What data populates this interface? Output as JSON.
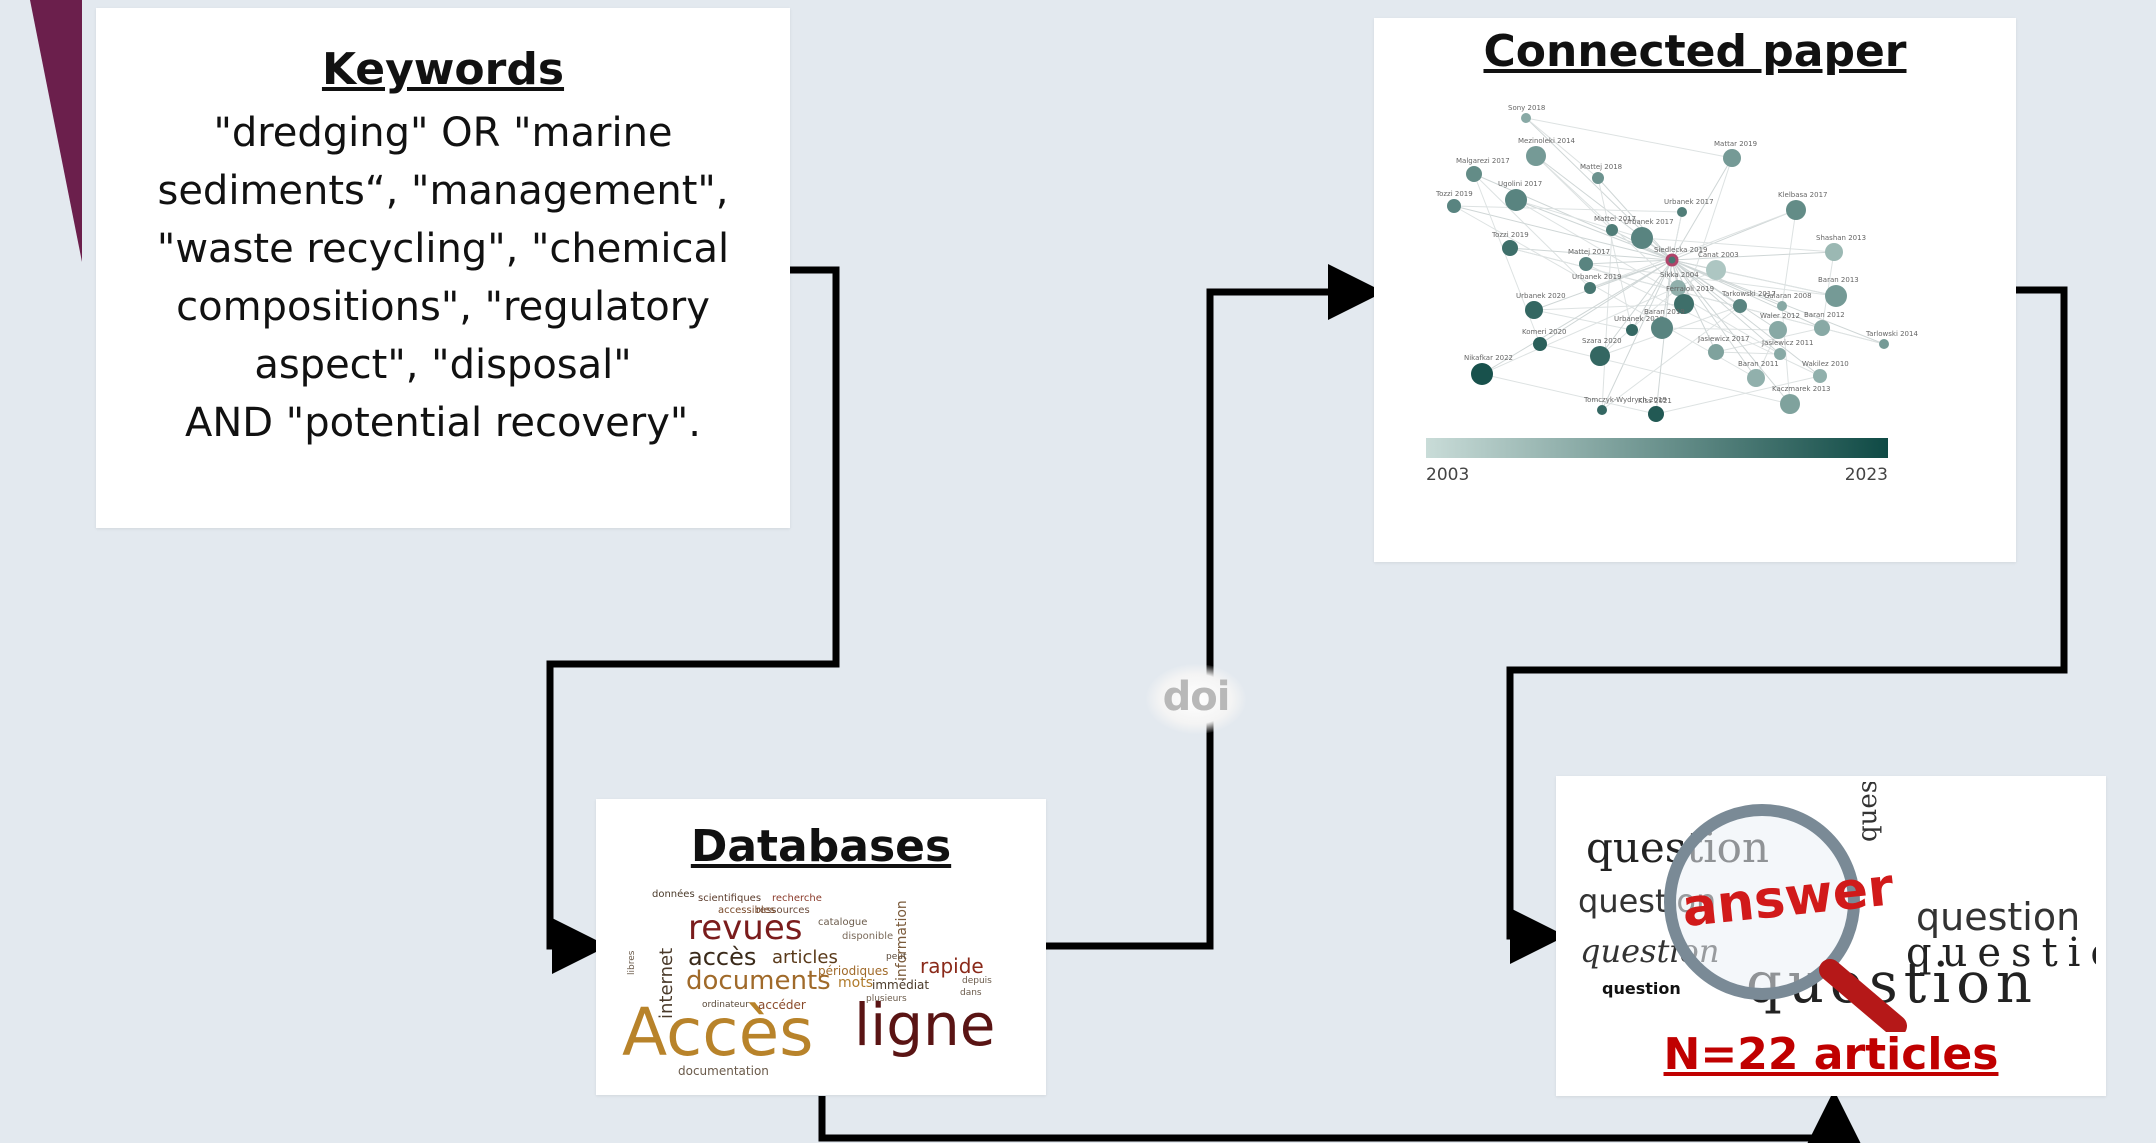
{
  "keywords": {
    "title": "Keywords",
    "lines": [
      "\"dredging\" OR \"marine",
      "sediments“, \"management\",",
      "\"waste recycling\", \"chemical",
      "compositions\", \"regulatory",
      "aspect\", \"disposal\"",
      "AND \"potential recovery\"."
    ]
  },
  "connected_paper": {
    "title": "Connected paper",
    "scale_min": "2003",
    "scale_max": "2023",
    "colors": {
      "low": "#c9dcd8",
      "high": "#0f4a45"
    },
    "nodes": [
      {
        "label": "Sony 2018"
      },
      {
        "label": "Mezinoleki 2014"
      },
      {
        "label": "Malgarezi 2017"
      },
      {
        "label": "Mattej 2018"
      },
      {
        "label": "Ugolini 2017"
      },
      {
        "label": "Mattar 2019"
      },
      {
        "label": "Tozzi 2019"
      },
      {
        "label": "Urbanek 2017"
      },
      {
        "label": "Klelbasa 2017"
      },
      {
        "label": "Tozzi 2019"
      },
      {
        "label": "Mattei 2017"
      },
      {
        "label": "Urbanek 2017"
      },
      {
        "label": "Shashan 2013"
      },
      {
        "label": "Mattej 2017"
      },
      {
        "label": "Siedlecka 2019"
      },
      {
        "label": "Canat 2003"
      },
      {
        "label": "Sikka 2004"
      },
      {
        "label": "Urbanek 2019"
      },
      {
        "label": "Baran 2013"
      },
      {
        "label": "Urbanek 2020"
      },
      {
        "label": "Tarkowski 2017"
      },
      {
        "label": "Galaran 2008"
      },
      {
        "label": "Ferraioli 2019"
      },
      {
        "label": "Baran 2012"
      },
      {
        "label": "Urbanek 2020"
      },
      {
        "label": "Baran 2019"
      },
      {
        "label": "Waler 2012"
      },
      {
        "label": "Komeri 2020"
      },
      {
        "label": "Tarlowski 2014"
      },
      {
        "label": "Szara 2020"
      },
      {
        "label": "Jasiewicz 2017"
      },
      {
        "label": "Jasiewicz 2011"
      },
      {
        "label": "Nikafkar 2022"
      },
      {
        "label": "Baran 2011"
      },
      {
        "label": "Wakilez 2010"
      },
      {
        "label": "Tomczyk-Wydrych 2019"
      },
      {
        "label": "Kaczmarek 2013"
      },
      {
        "label": "Kiss 2021"
      }
    ]
  },
  "databases": {
    "title": "Databases",
    "wordcloud": [
      "Accès",
      "ligne",
      "revues",
      "accès",
      "articles",
      "documents",
      "rapide",
      "internet",
      "information",
      "mots",
      "immédiat",
      "documentation",
      "ressources",
      "scientifiques",
      "recherche",
      "données",
      "accessibles",
      "périodiques",
      "accéder",
      "ordinateur",
      "catalogue",
      "disponible",
      "peut",
      "dans",
      "depuis",
      "plusieurs",
      "libres"
    ]
  },
  "results": {
    "count_label": "N=22 articles",
    "image_words": [
      "question",
      "question",
      "answer",
      "question",
      "question",
      "question",
      "question",
      "question",
      "question"
    ]
  },
  "doi_label": "doi",
  "colors": {
    "background": "#e3e9ef",
    "accent": "#6b1f4c",
    "count": "#c00000",
    "arrow": "#000000"
  }
}
